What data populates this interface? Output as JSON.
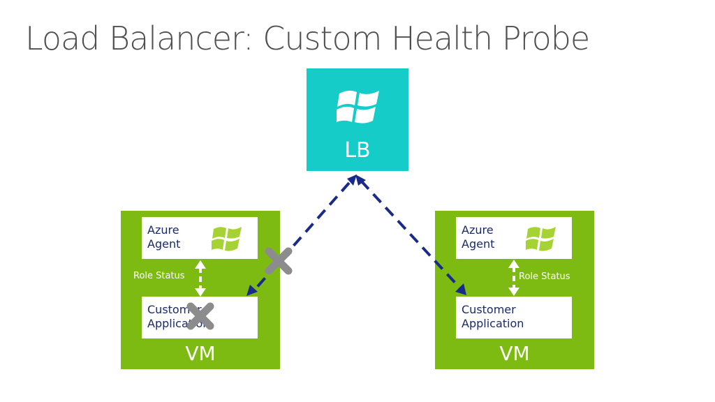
{
  "title": "Load Balancer: Custom Health Probe",
  "load_balancer": {
    "label": "LB",
    "color": "#16ccc8"
  },
  "vms": [
    {
      "label": "VM",
      "agent": {
        "line1": "Azure",
        "line2": "Agent"
      },
      "role_status": "Role Status",
      "application": {
        "line1": "Customer",
        "line2": "Application"
      },
      "failed": true
    },
    {
      "label": "VM",
      "agent": {
        "line1": "Azure",
        "line2": "Agent"
      },
      "role_status": "Role Status",
      "application": {
        "line1": "Customer",
        "line2": "Application"
      },
      "failed": false
    }
  ],
  "colors": {
    "vm_green": "#7dbb13",
    "arrow_navy": "#1a2a8a",
    "x_gray": "#8c8c8c",
    "logo_green": "#a6d234"
  },
  "icons": [
    "windows-logo-icon",
    "failure-x-icon"
  ]
}
